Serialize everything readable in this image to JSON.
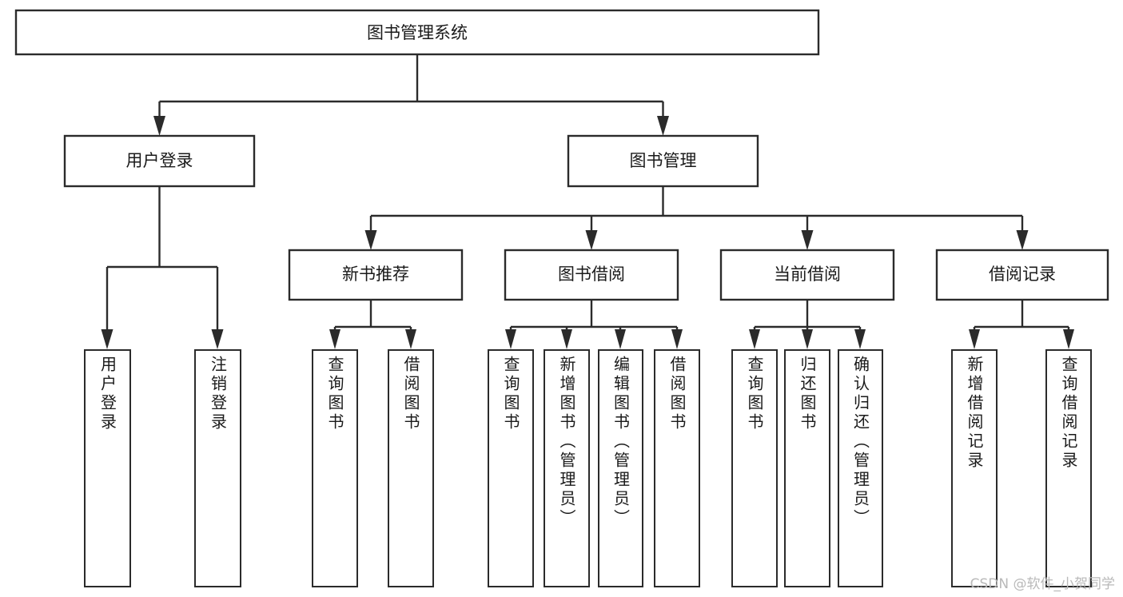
{
  "diagram": {
    "title": "图书管理系统",
    "type": "hierarchy-tree",
    "watermark": "CSDN @软件_小贺同学",
    "colors": {
      "stroke": "#2b2b2b",
      "fill": "#ffffff",
      "text": "#1a1a1a",
      "watermark": "#b9b9b9",
      "background": "#ffffff"
    },
    "levels": {
      "root": {
        "label": "图书管理系统"
      },
      "level2": [
        {
          "label": "用户登录"
        },
        {
          "label": "图书管理"
        }
      ],
      "level3": [
        {
          "label": "新书推荐"
        },
        {
          "label": "图书借阅"
        },
        {
          "label": "当前借阅"
        },
        {
          "label": "借阅记录"
        }
      ],
      "level4": [
        {
          "label": "用户登录",
          "parent": "用户登录"
        },
        {
          "label": "注销登录",
          "parent": "用户登录"
        },
        {
          "label": "查询图书",
          "parent": "新书推荐"
        },
        {
          "label": "借阅图书",
          "parent": "新书推荐"
        },
        {
          "label": "查询图书",
          "parent": "图书借阅"
        },
        {
          "label": "新增图书（管理员）",
          "parent": "图书借阅"
        },
        {
          "label": "编辑图书（管理员）",
          "parent": "图书借阅"
        },
        {
          "label": "借阅图书",
          "parent": "图书借阅"
        },
        {
          "label": "查询图书",
          "parent": "当前借阅"
        },
        {
          "label": "归还图书",
          "parent": "当前借阅"
        },
        {
          "label": "确认归还（管理员）",
          "parent": "当前借阅"
        },
        {
          "label": "新增借阅记录",
          "parent": "借阅记录"
        },
        {
          "label": "查询借阅记录",
          "parent": "借阅记录"
        }
      ]
    }
  }
}
